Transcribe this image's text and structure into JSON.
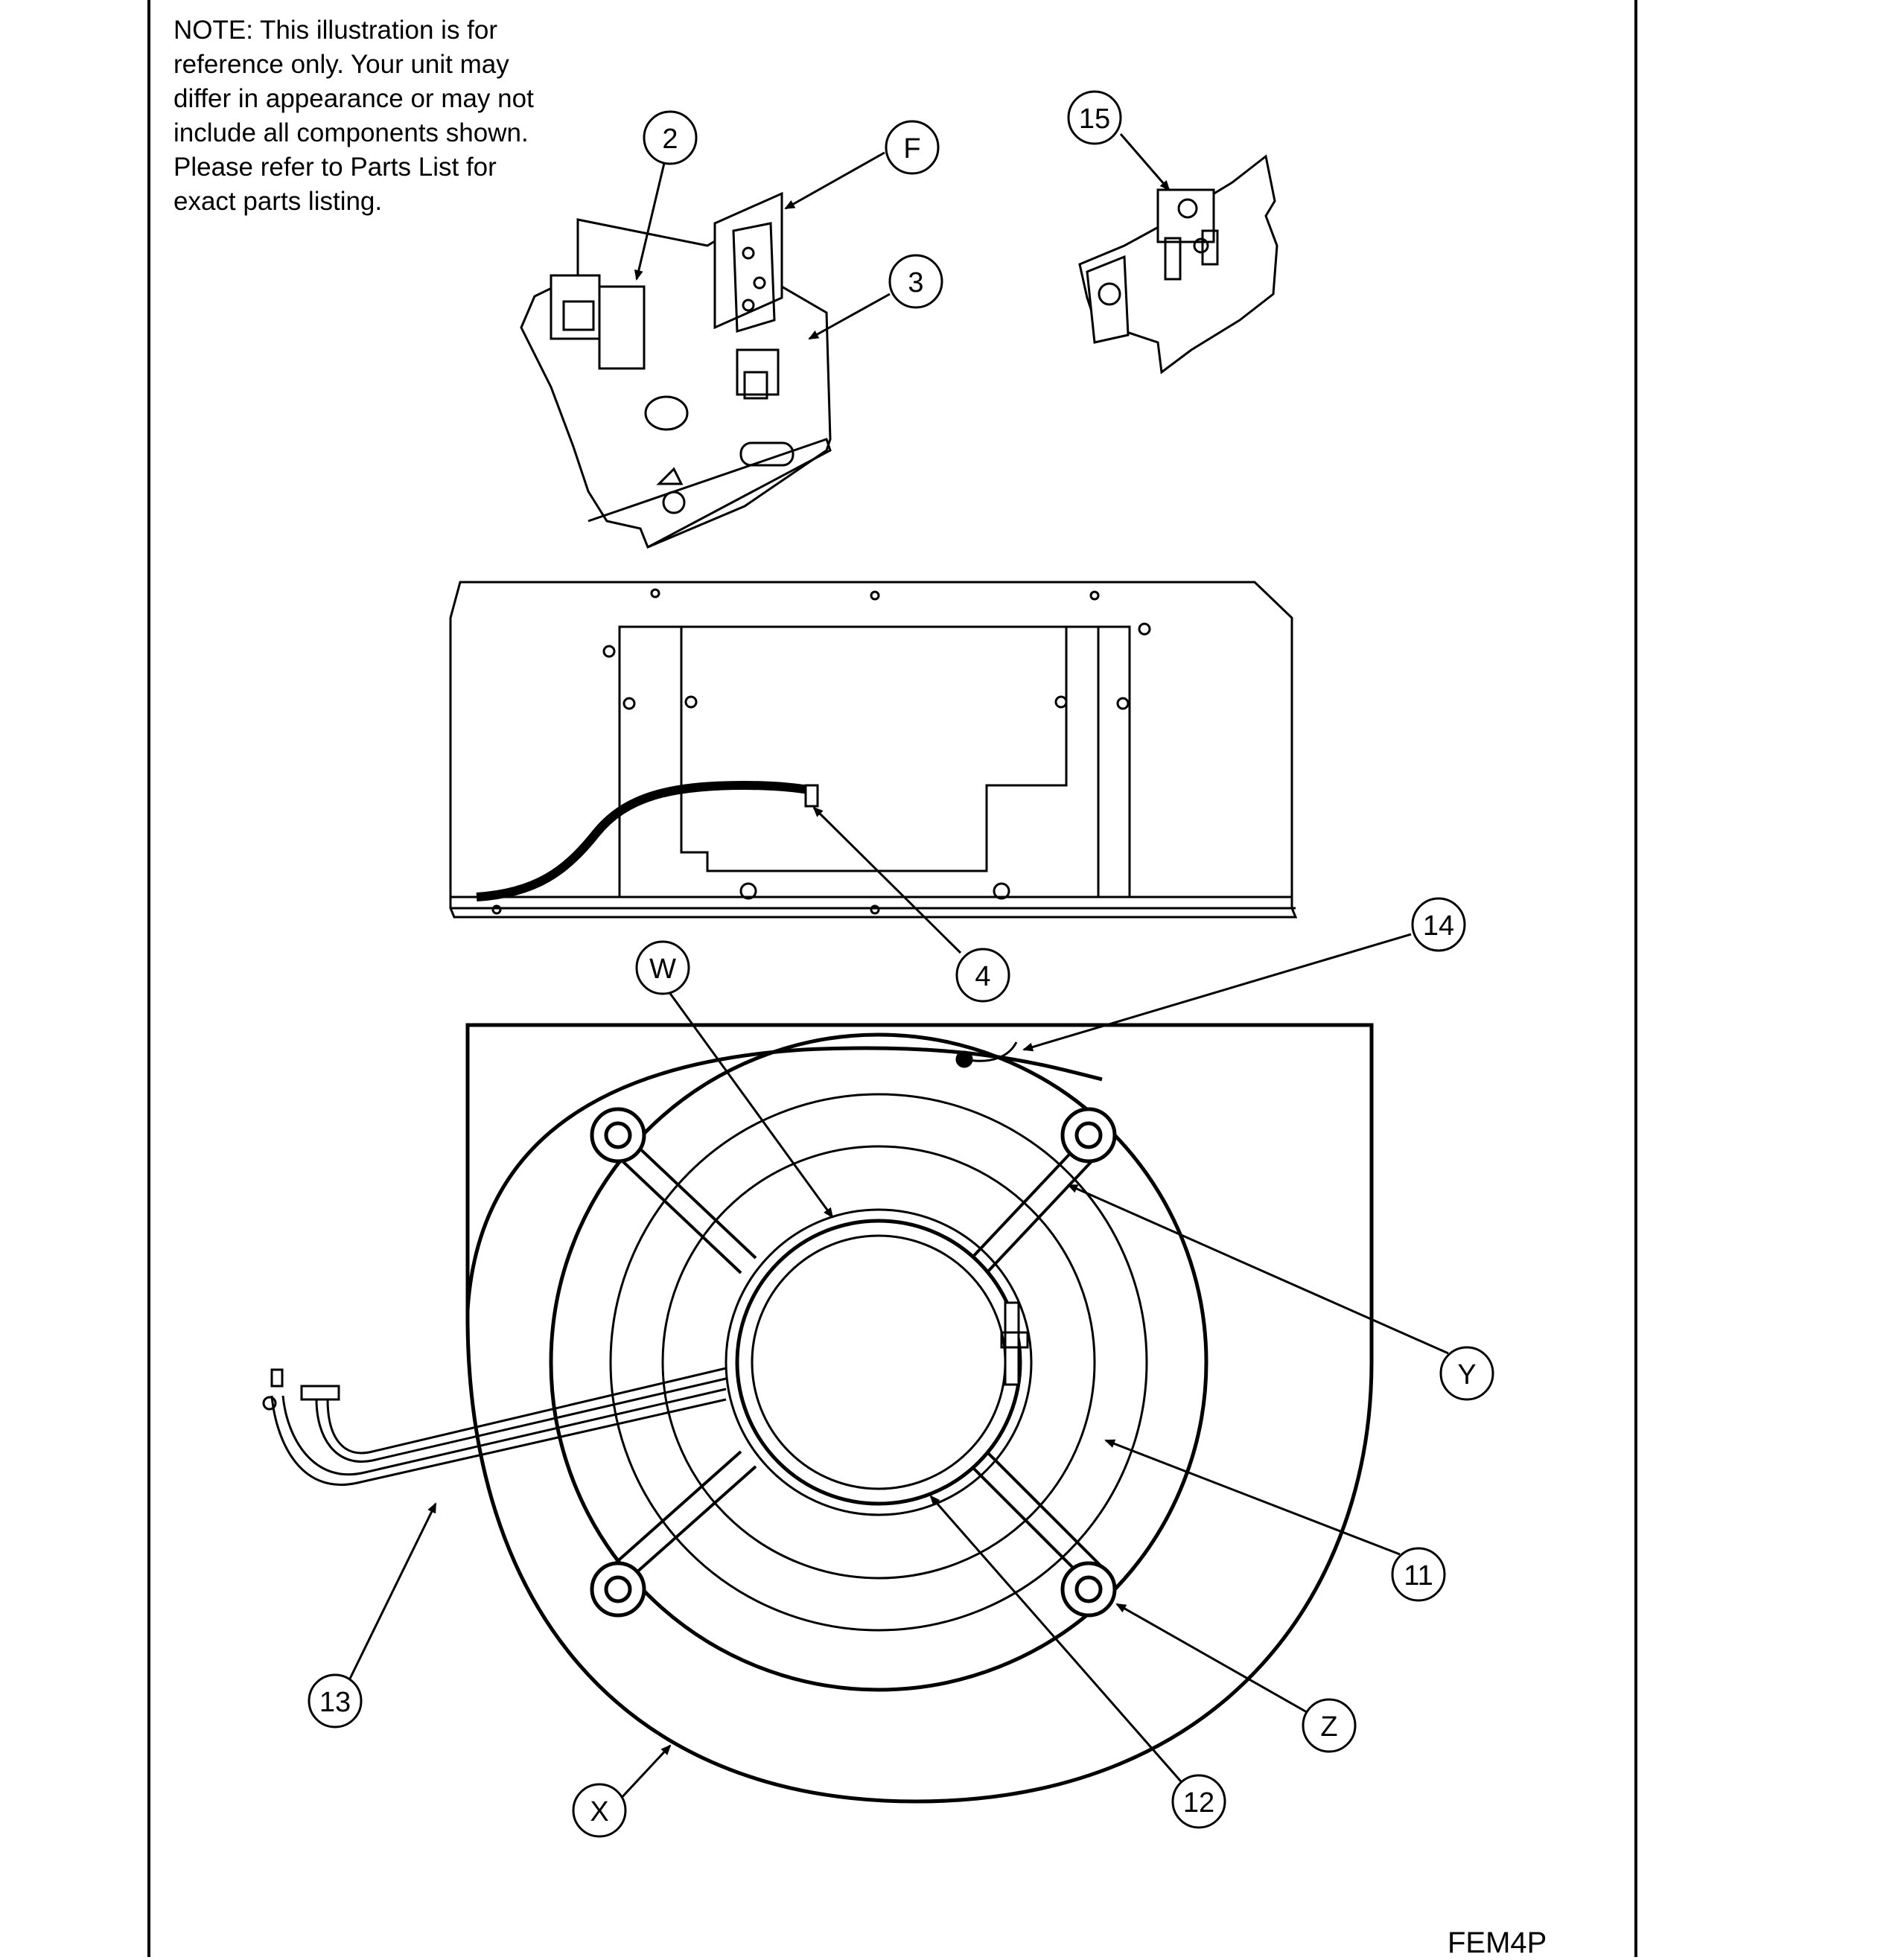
{
  "note": "NOTE: This illustration is for\nreference only.  Your unit may\ndiffer in appearance or may not\ninclude all components shown.\nPlease refer to Parts List for\nexact parts listing.",
  "drawing_code": "FEM4P",
  "callouts": {
    "c2": "2",
    "cF": "F",
    "c3": "3",
    "c15": "15",
    "c4": "4",
    "c14": "14",
    "cW": "W",
    "cY": "Y",
    "c11": "11",
    "c13": "13",
    "cZ": "Z",
    "c12": "12",
    "cX": "X"
  }
}
